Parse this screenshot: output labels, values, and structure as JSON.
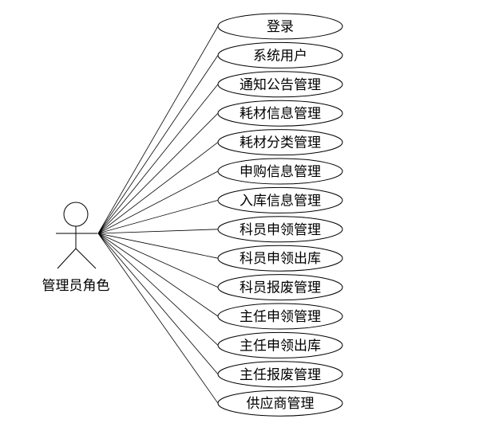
{
  "actor": {
    "label": "管理员角色",
    "icon": "stick-figure-icon"
  },
  "use_cases": [
    {
      "label": "登录"
    },
    {
      "label": "系统用户"
    },
    {
      "label": "通知公告管理"
    },
    {
      "label": "耗材信息管理"
    },
    {
      "label": "耗材分类管理"
    },
    {
      "label": "申购信息管理"
    },
    {
      "label": "入库信息管理"
    },
    {
      "label": "科员申领管理"
    },
    {
      "label": "科员申领出库"
    },
    {
      "label": "科员报废管理"
    },
    {
      "label": "主任申领管理"
    },
    {
      "label": "主任申领出库"
    },
    {
      "label": "主任报废管理"
    },
    {
      "label": "供应商管理"
    }
  ],
  "colors": {
    "stroke": "#000000",
    "fill": "#ffffff",
    "text": "#000000"
  }
}
